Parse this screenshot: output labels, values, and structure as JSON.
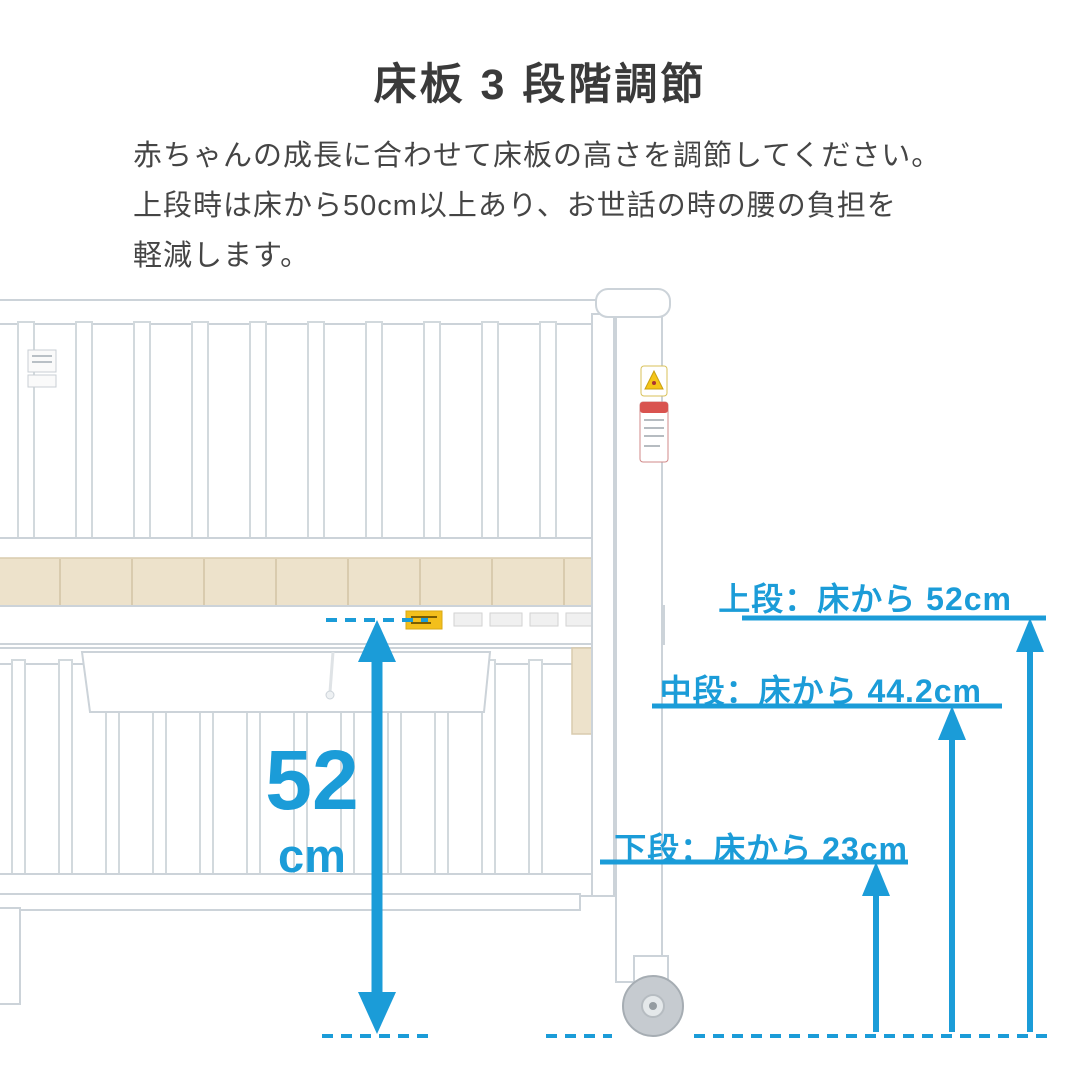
{
  "title": "床板 3 段階調節",
  "description": {
    "lines": [
      "赤ちゃんの成長に合わせて床板の高さを調節してください。",
      "上段時は床から50cm以上あり、お世話の時の腰の負担を",
      "軽減します。"
    ]
  },
  "annotations": {
    "upper_label": "上段：床から 52cm",
    "middle_label": "中段：床から 44.2cm",
    "lower_label": "下段：床から 23cm",
    "height_value": "52",
    "height_unit": "cm"
  },
  "colors": {
    "accent": "#1b9cd8",
    "title_text": "#3a3a3a",
    "body_text": "#454545"
  }
}
